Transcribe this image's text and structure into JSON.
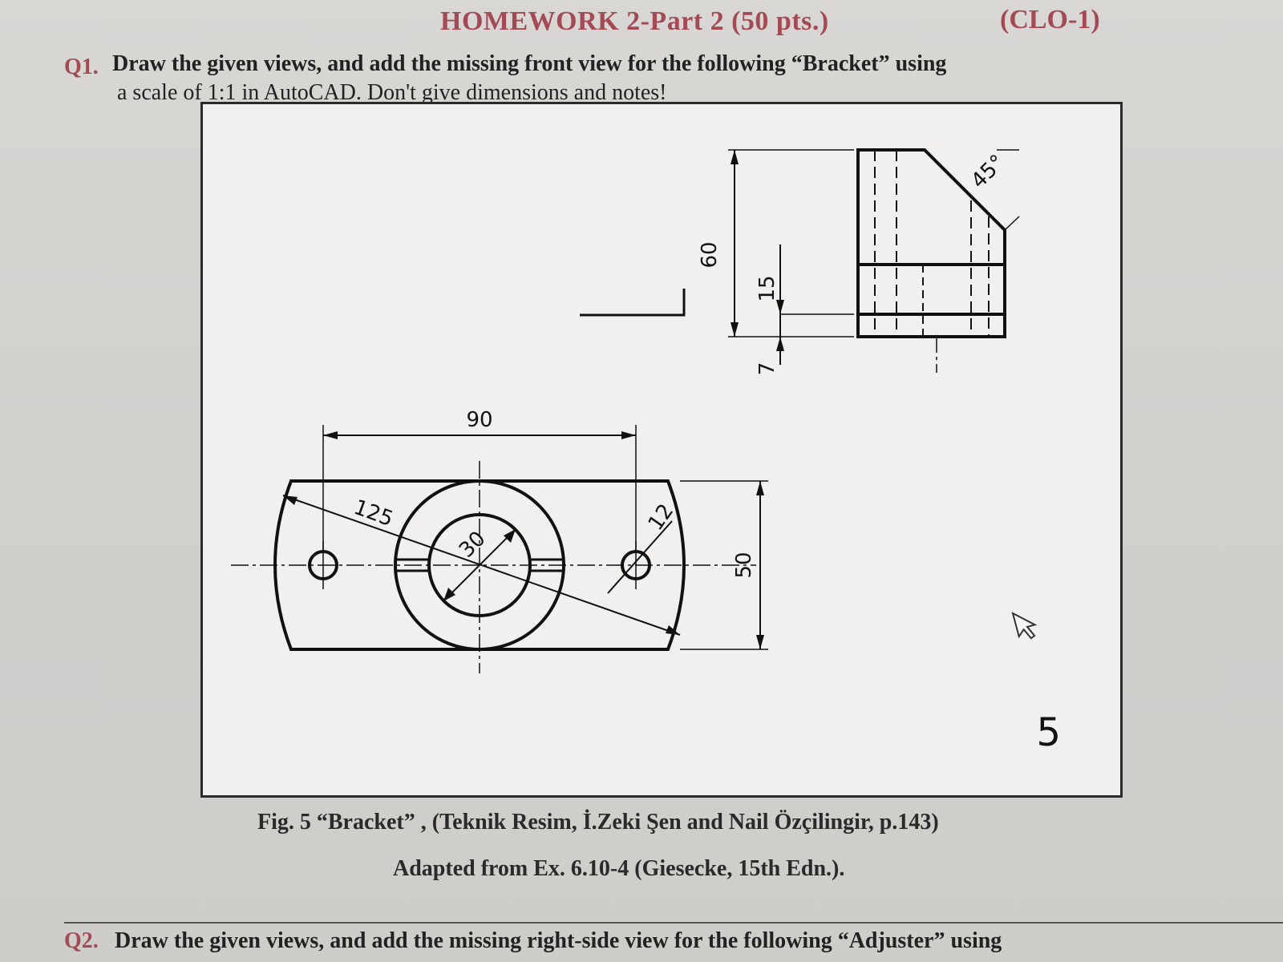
{
  "header": {
    "title": "HOMEWORK 2-Part 2 (50 pts.)",
    "clo": "(CLO-1)"
  },
  "q1": {
    "number": "Q1.",
    "line1": "Draw the given views, and add the missing front view for the following “Bracket” using",
    "line2": "a scale of 1:1 in AutoCAD. Don't give dimensions and notes!"
  },
  "drawing": {
    "dimensions": {
      "d90": "90",
      "d125": "125",
      "d30": "30",
      "d12": "12",
      "d50": "50",
      "d60": "60",
      "d15": "15",
      "d7": "7",
      "angle": "45°"
    },
    "page_number": "5",
    "cursor_icon": "mouse-pointer-icon"
  },
  "caption": {
    "line1": "Fig. 5 “Bracket” , (Teknik Resim, İ.Zeki Şen and Nail Özçilingir, p.143)",
    "line2": "Adapted from Ex. 6.10-4 (Giesecke, 15th Edn.)."
  },
  "q2": {
    "number": "Q2.",
    "line1": "Draw the given views, and add the missing right-side view for the following “Adjuster” using"
  }
}
